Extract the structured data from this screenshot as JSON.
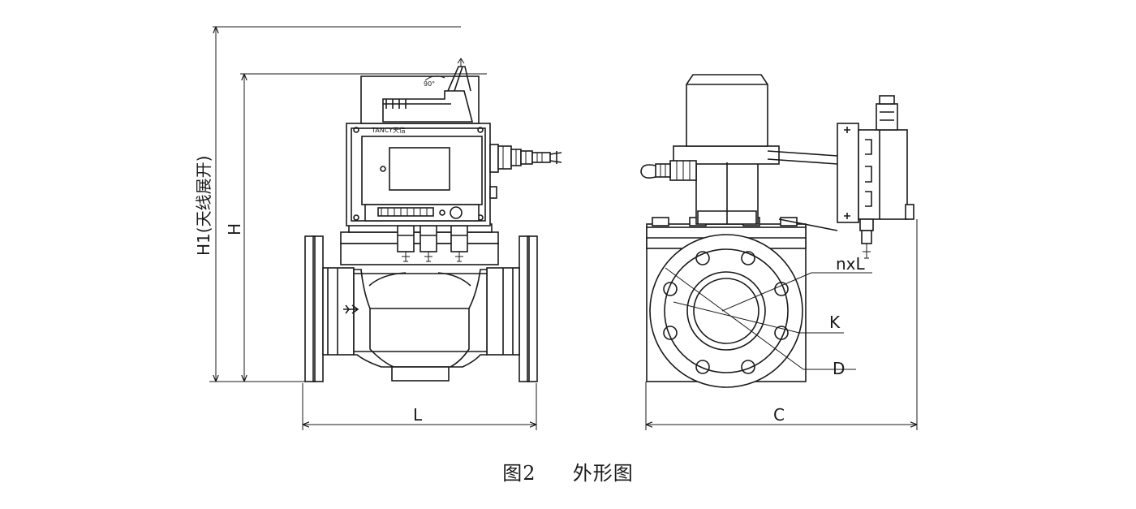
{
  "caption": {
    "figure": "图2",
    "title": "外形图"
  },
  "front_view": {
    "dim_h1": "H1(天线展开)",
    "dim_h": "H",
    "dim_l": "L",
    "angle": "90°",
    "brand": "TANCY天信",
    "flow_arrow_icon": "flow-arrow-icon"
  },
  "side_view": {
    "dim_c": "C",
    "label_nxl": "nxL",
    "label_k": "K",
    "label_d": "D"
  },
  "colors": {
    "line": "#1a1a1a",
    "background": "#ffffff"
  }
}
